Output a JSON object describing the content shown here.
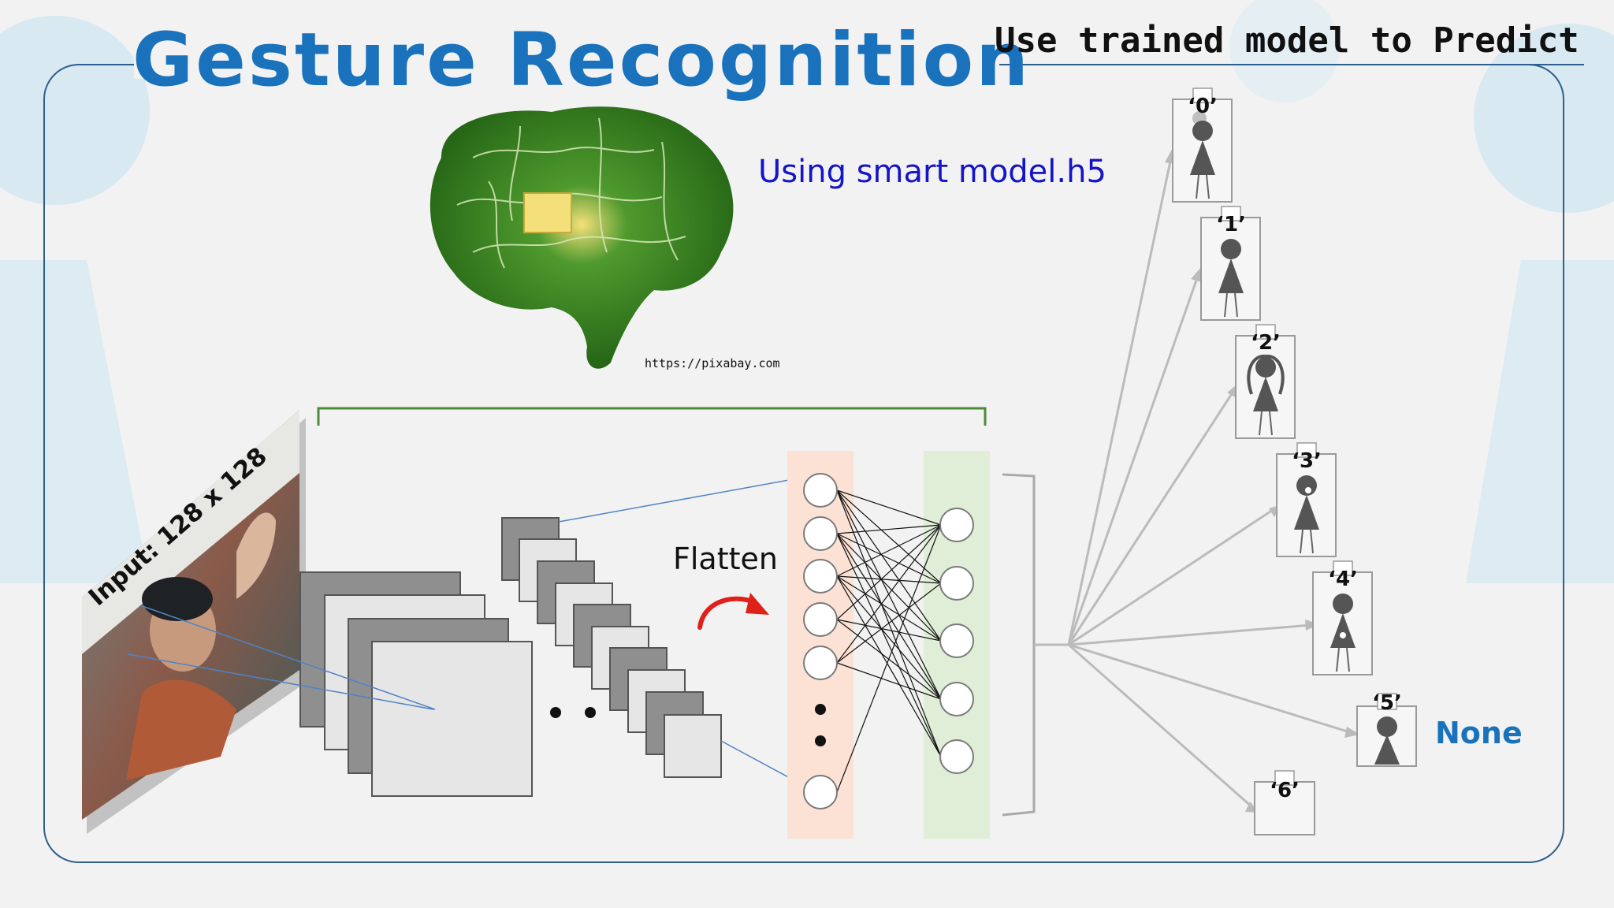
{
  "title": "Gesture Recognition",
  "subtitle": "Use trained model to Predict",
  "model_label": "Using smart model.h5",
  "credit": "https://pixabay.com",
  "input_label": "Input: 128 x 128",
  "flatten_label": "Flatten",
  "none_label": "None",
  "classes": [
    "‘0’",
    "‘1’",
    "‘2’",
    "‘3’",
    "‘4’",
    "‘5’",
    "‘6’"
  ],
  "colors": {
    "title": "#1a72bd",
    "model_label": "#1414c8",
    "none_label": "#1a72bd",
    "flatten_arrow": "#e0201a",
    "bracket": "#4e8a3a",
    "flatten_band": "#fbe2d4",
    "dense_band": "#e0eed8"
  }
}
